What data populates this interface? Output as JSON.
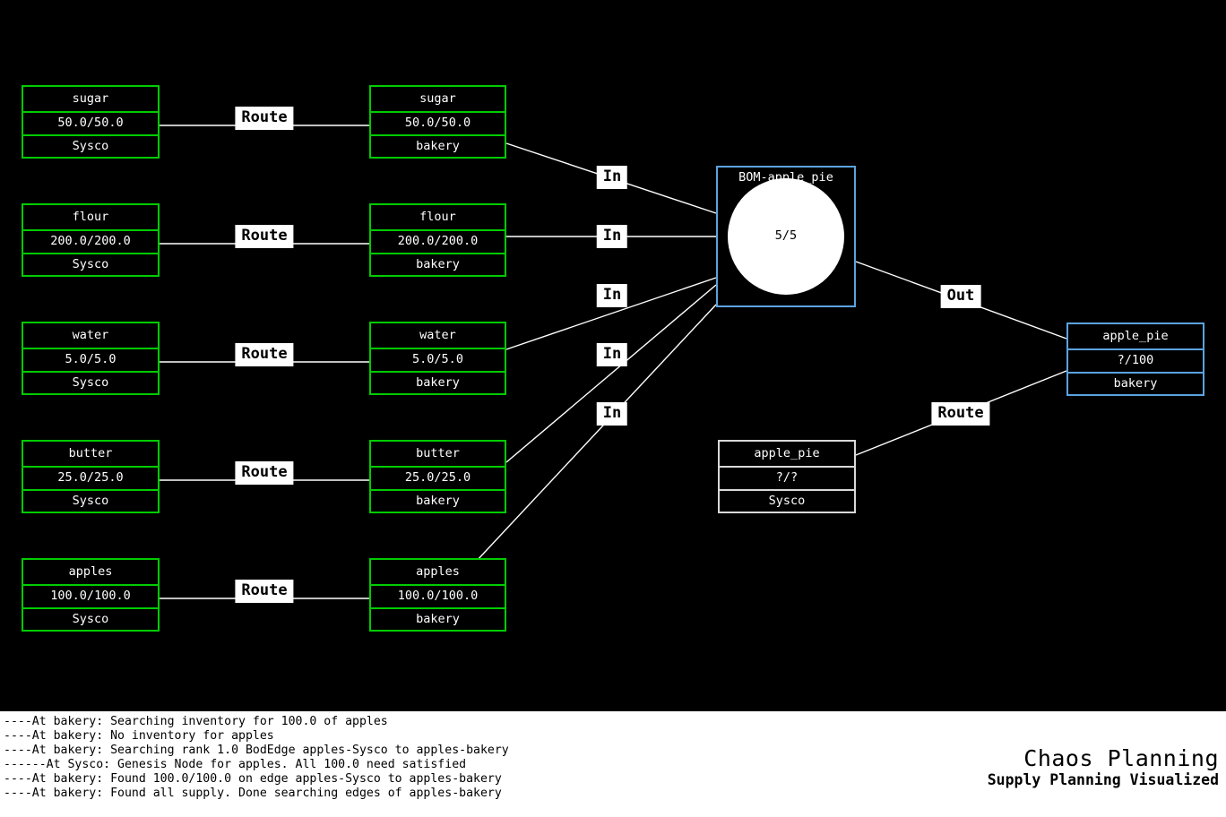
{
  "app": {
    "brand_title": "Chaos Planning",
    "brand_subtitle": "Supply Planning Visualized"
  },
  "graph": {
    "supplier_nodes": [
      {
        "item": "sugar",
        "qty": "50.0/50.0",
        "location": "Sysco"
      },
      {
        "item": "flour",
        "qty": "200.0/200.0",
        "location": "Sysco"
      },
      {
        "item": "water",
        "qty": "5.0/5.0",
        "location": "Sysco"
      },
      {
        "item": "butter",
        "qty": "25.0/25.0",
        "location": "Sysco"
      },
      {
        "item": "apples",
        "qty": "100.0/100.0",
        "location": "Sysco"
      }
    ],
    "bakery_nodes": [
      {
        "item": "sugar",
        "qty": "50.0/50.0",
        "location": "bakery"
      },
      {
        "item": "flour",
        "qty": "200.0/200.0",
        "location": "bakery"
      },
      {
        "item": "water",
        "qty": "5.0/5.0",
        "location": "bakery"
      },
      {
        "item": "butter",
        "qty": "25.0/25.0",
        "location": "bakery"
      },
      {
        "item": "apples",
        "qty": "100.0/100.0",
        "location": "bakery"
      }
    ],
    "bom_node": {
      "title": "BOM-apple_pie",
      "ratio": "5/5"
    },
    "output_node": {
      "item": "apple_pie",
      "qty": "?/100",
      "location": "bakery"
    },
    "unresolved_node": {
      "item": "apple_pie",
      "qty": "?/?",
      "location": "Sysco"
    },
    "edge_labels": {
      "route": "Route",
      "in": "In",
      "out": "Out"
    },
    "colors": {
      "supply_border": "#00cc00",
      "bom_border": "#5ba3e0",
      "demand_border": "#5ba3e0",
      "unresolved_border": "#d8d8d8",
      "edge_line": "#ffffff",
      "background": "#000000"
    }
  },
  "console": {
    "log": [
      "----At bakery: Searching inventory for 100.0 of apples",
      "----At bakery: No inventory for apples",
      "----At bakery: Searching rank 1.0 BodEdge apples-Sysco to apples-bakery",
      "------At Sysco: Genesis Node for apples. All 100.0 need satisfied",
      "----At bakery: Found 100.0/100.0 on edge apples-Sysco to apples-bakery",
      "----At bakery: Found all supply. Done searching edges of apples-bakery"
    ]
  }
}
